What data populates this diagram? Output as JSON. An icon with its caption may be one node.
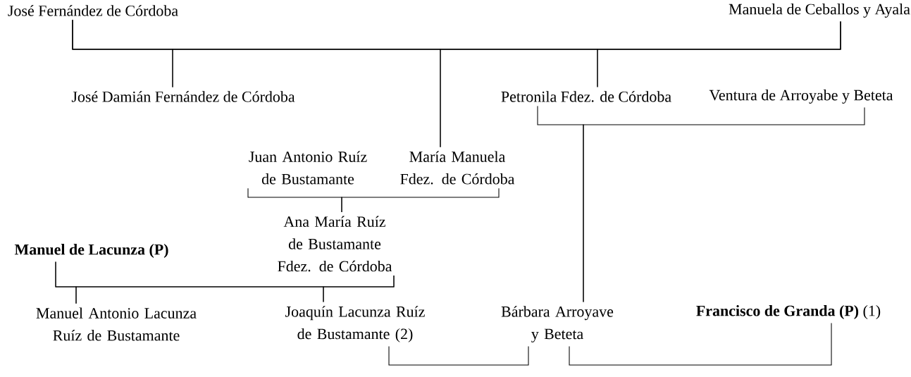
{
  "diagram": {
    "nodes": [
      {
        "text": [
          "José Fernández de Córdoba"
        ]
      },
      {
        "text": [
          "Manuela de Ceballos y Ayala"
        ]
      },
      {
        "text": [
          "José Damián Fernández de Córdoba"
        ]
      },
      {
        "text": [
          "Petronila Fdez. de Córdoba"
        ]
      },
      {
        "text": [
          "Ventura de Arroyabe y Beteta"
        ]
      },
      {
        "text": [
          "Juan Antonio Ruíz de Bustamante"
        ]
      },
      {
        "text": [
          "María Manuela Fdez. de Córdoba"
        ]
      },
      {
        "text": [
          "Manuel de Lacunza (P)"
        ]
      },
      {
        "text": [
          "Ana María Ruíz de Bustamante Fdez. de Córdoba"
        ]
      },
      {
        "text": [
          "Manuel Antonio Lacunza Ruíz de Bustamante"
        ]
      },
      {
        "text": [
          "Joaquín Lacunza Ruíz de Bustamante (2)"
        ]
      },
      {
        "text": [
          "Bárbara Arroyave y Beteta"
        ]
      },
      {
        "text": [
          "**Francisco de Granda (P)** (1)"
        ]
      }
    ],
    "edges": [
      {
        "from": 0,
        "to": 2,
        "arrow": "none"
      },
      {
        "from": 1,
        "to": 2,
        "arrow": "none"
      },
      {
        "from": 0,
        "to": 6,
        "arrow": "none"
      },
      {
        "from": 1,
        "to": 6,
        "arrow": "none"
      },
      {
        "from": 0,
        "to": 3,
        "arrow": "none"
      },
      {
        "from": 1,
        "to": 3,
        "arrow": "none"
      },
      {
        "from": 3,
        "to": 11,
        "arrow": "none"
      },
      {
        "from": 4,
        "to": 11,
        "arrow": "none"
      },
      {
        "from": 5,
        "to": 8,
        "arrow": "none"
      },
      {
        "from": 6,
        "to": 8,
        "arrow": "none"
      },
      {
        "from": 7,
        "to": 9,
        "arrow": "none"
      },
      {
        "from": 8,
        "to": 9,
        "arrow": "none"
      },
      {
        "from": 7,
        "to": 10,
        "arrow": "none"
      },
      {
        "from": 8,
        "to": 10,
        "arrow": "none"
      },
      {
        "from": 10,
        "to": 11,
        "arrow": "none"
      },
      {
        "from": 11,
        "to": 12,
        "arrow": "none"
      }
    ]
  }
}
